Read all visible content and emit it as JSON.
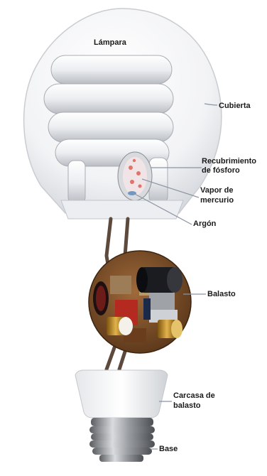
{
  "diagram": {
    "title": "Lámpara",
    "labels": {
      "cubierta": "Cubierta",
      "recubrimiento_line1": "Recubrimiento",
      "recubrimiento_line2": "de fósforo",
      "vapor_line1": "Vapor de",
      "vapor_line2": "mercurio",
      "argon": "Argón",
      "balasto": "Balasto",
      "carcasa_line1": "Carcasa de",
      "carcasa_line2": "balasto",
      "base": "Base"
    }
  }
}
